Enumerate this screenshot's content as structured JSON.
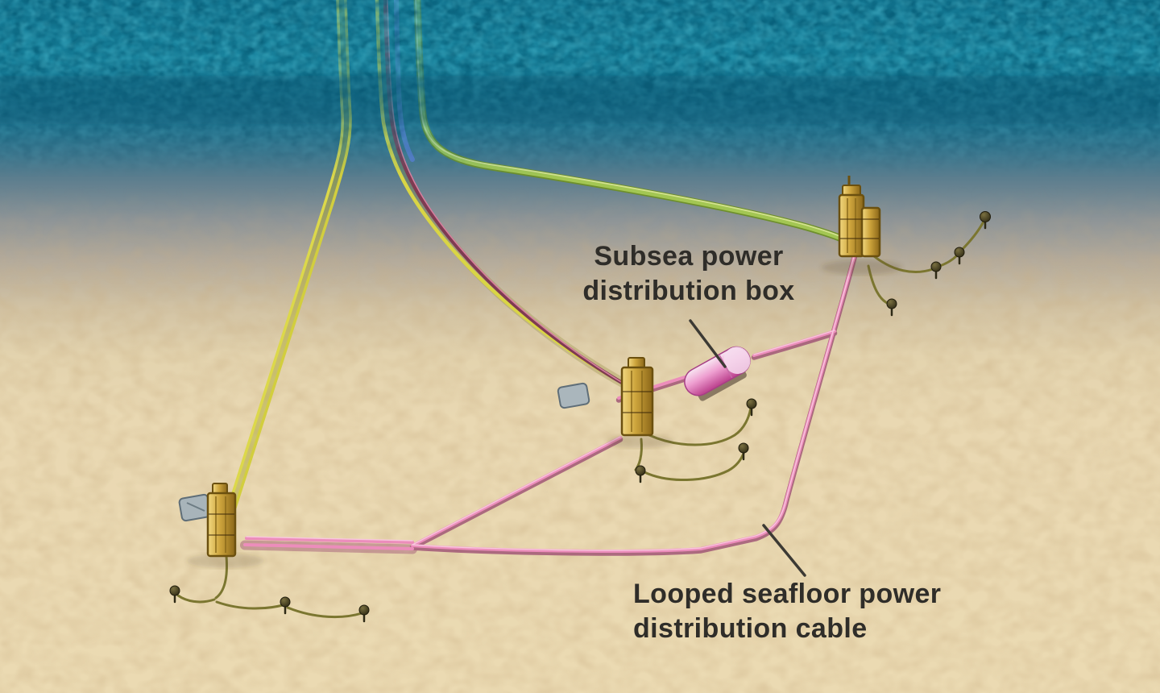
{
  "labels": {
    "box": {
      "line1": "Subsea power",
      "line2": "distribution box"
    },
    "cable": {
      "line1": "Looped seafloor power",
      "line2": "distribution cable"
    }
  },
  "scene": {
    "description": "Subsea field illustration: risers descend from surface through water to three gold subsea manifolds on a sandy seafloor, linked by a pink looped power cable with an inline subsea power distribution box; small wellheads branch off on olive flowlines.",
    "colors": {
      "water": "#1a86a0",
      "water_mottle_dark": "#06506a",
      "sand": "#e9d8b2",
      "power_cable_pink": "#ec8dbb",
      "power_cable_shadow": "#9d4f73",
      "umbilical_yellow": "#d9d545",
      "umbilical_maroon": "#7e3b52",
      "riser_green": "#a3c653",
      "riser_blue": "#5c7bd0",
      "flowline_olive": "#7b7630",
      "manifold_gold": "#cda43c",
      "distribution_box_pink": "#ee9ed0",
      "label_text": "#2f2d29"
    },
    "objects": [
      "riser-bundle",
      "left-manifold",
      "center-manifold",
      "right-manifold",
      "subsea-power-distribution-box",
      "looped-seafloor-cable",
      "wellheads-with-flowlines"
    ]
  }
}
